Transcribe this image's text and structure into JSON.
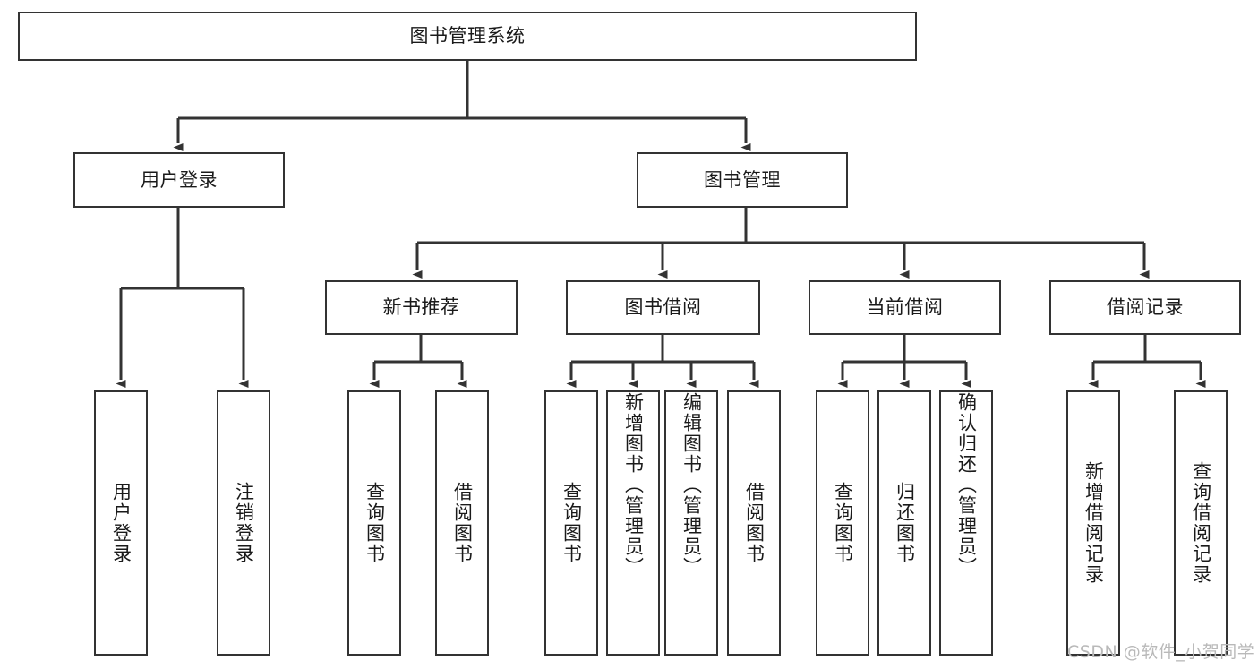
{
  "diagram": {
    "type": "hierarchy-tree",
    "title": "图书管理系统",
    "root": {
      "label": "图书管理系统"
    },
    "level2": [
      {
        "label": "用户登录"
      },
      {
        "label": "图书管理"
      }
    ],
    "level3": [
      {
        "label": "新书推荐"
      },
      {
        "label": "图书借阅"
      },
      {
        "label": "当前借阅"
      },
      {
        "label": "借阅记录"
      }
    ],
    "leaves": {
      "user_login": [
        {
          "label": "用户登录"
        },
        {
          "label": "注销登录"
        }
      ],
      "new_book_recommend": [
        {
          "label": "查询图书"
        },
        {
          "label": "借阅图书"
        }
      ],
      "book_borrow": [
        {
          "label": "查询图书"
        },
        {
          "label": "新增图书（管理员）"
        },
        {
          "label": "编辑图书（管理员）"
        },
        {
          "label": "借阅图书"
        }
      ],
      "current_borrow": [
        {
          "label": "查询图书"
        },
        {
          "label": "归还图书"
        },
        {
          "label": "确认归还（管理员）"
        }
      ],
      "borrow_record": [
        {
          "label": "新增借阅记录"
        },
        {
          "label": "查询借阅记录"
        }
      ]
    }
  },
  "watermark": {
    "text": "CSDN @软件_小贺同学"
  },
  "colors": {
    "box_border": "#333333",
    "box_fill": "#ffffff",
    "text": "#1a1a1a",
    "connector": "#333333",
    "watermark": "#b9b9b9"
  }
}
